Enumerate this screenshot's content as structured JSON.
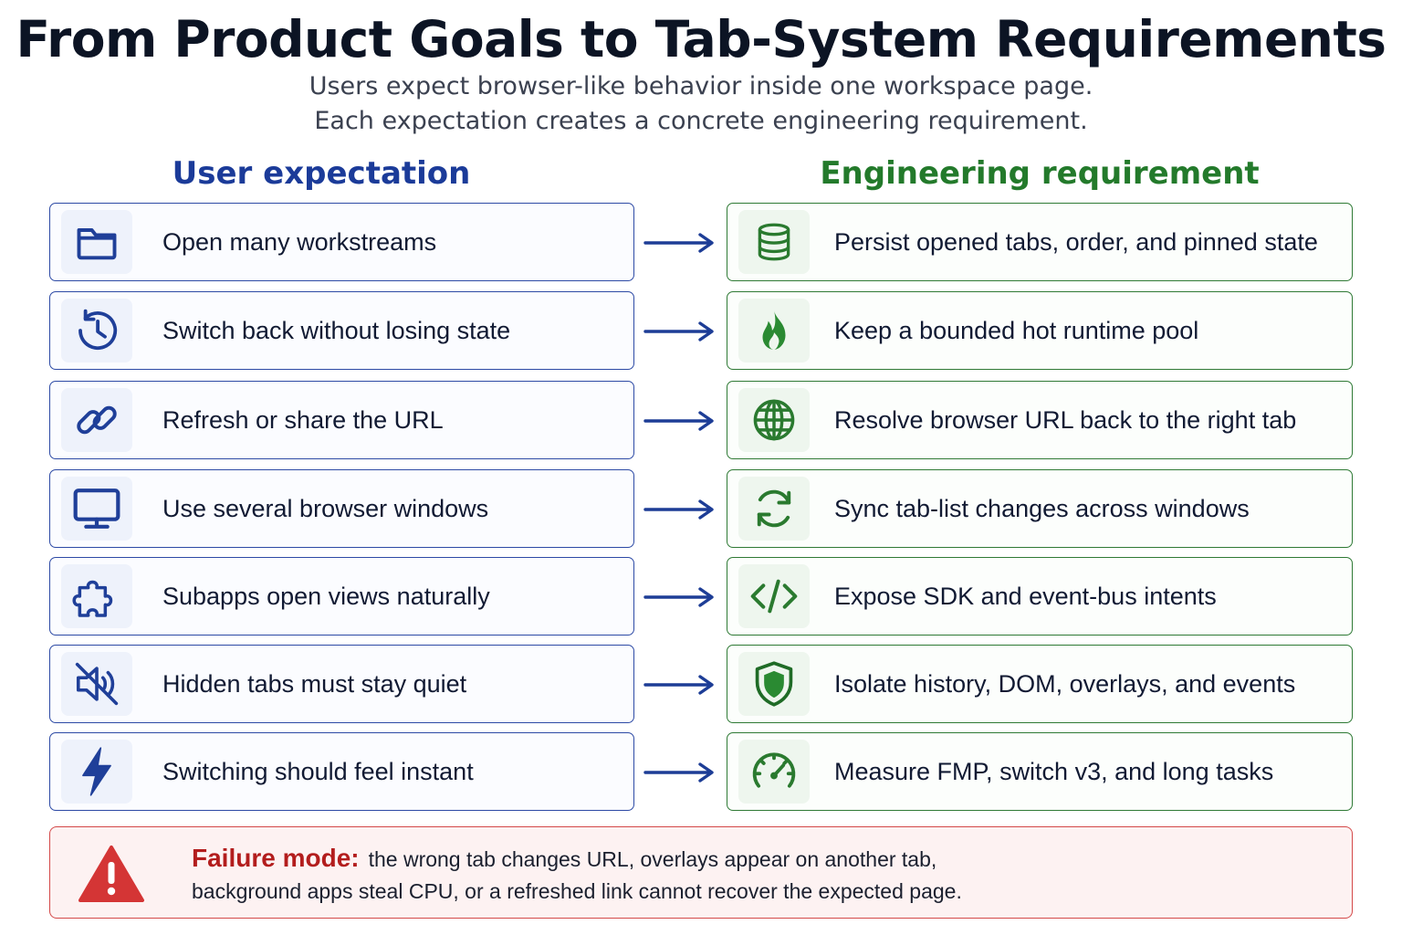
{
  "title": "From Product Goals to Tab-System Requirements",
  "subtitle": {
    "line1": "Users expect browser-like behavior inside one workspace page.",
    "line2": "Each expectation creates a concrete engineering requirement."
  },
  "columns": {
    "left_heading": "User expectation",
    "right_heading": "Engineering requirement"
  },
  "colors": {
    "expectation": "#1b3b99",
    "requirement": "#237a2b",
    "failure": "#b31d1d"
  },
  "rows": [
    {
      "expectation": "Open many workstreams",
      "expectation_icon": "folder-icon",
      "requirement": "Persist opened tabs, order, and pinned state",
      "requirement_icon": "database-icon"
    },
    {
      "expectation": "Switch back without losing state",
      "expectation_icon": "history-icon",
      "requirement": "Keep a bounded hot runtime pool",
      "requirement_icon": "flame-icon"
    },
    {
      "expectation": "Refresh or share the URL",
      "expectation_icon": "link-icon",
      "requirement": "Resolve browser URL back to the right tab",
      "requirement_icon": "globe-icon"
    },
    {
      "expectation": "Use several browser windows",
      "expectation_icon": "monitor-icon",
      "requirement": "Sync tab-list changes across windows",
      "requirement_icon": "sync-icon"
    },
    {
      "expectation": "Subapps open views naturally",
      "expectation_icon": "puzzle-icon",
      "requirement": "Expose SDK and event-bus intents",
      "requirement_icon": "code-icon"
    },
    {
      "expectation": "Hidden tabs must stay quiet",
      "expectation_icon": "mute-icon",
      "requirement": "Isolate history, DOM, overlays, and events",
      "requirement_icon": "shield-icon"
    },
    {
      "expectation": "Switching should feel instant",
      "expectation_icon": "lightning-icon",
      "requirement": "Measure FMP, switch v3, and long tasks",
      "requirement_icon": "gauge-icon"
    }
  ],
  "failure": {
    "label": "Failure mode:",
    "line1": "the wrong tab changes URL, overlays appear on another tab,",
    "line2": "background apps steal CPU, or a refreshed link cannot recover the expected page.",
    "icon": "warning-icon"
  }
}
